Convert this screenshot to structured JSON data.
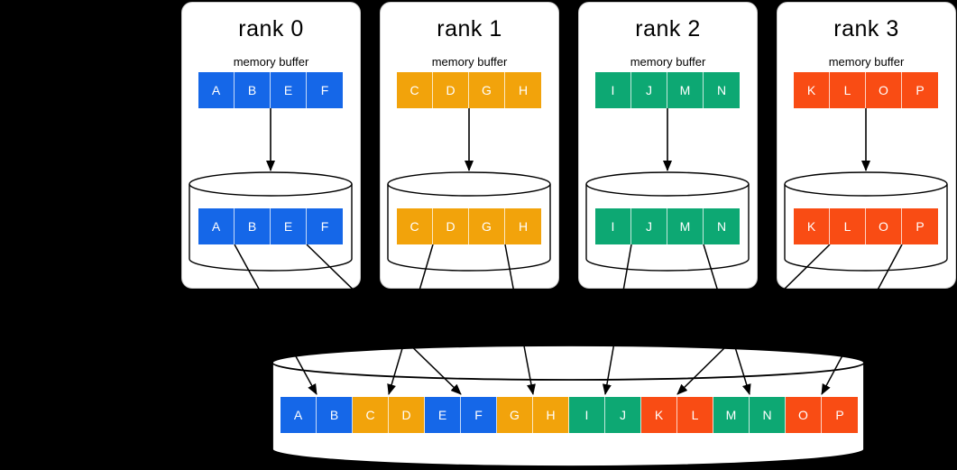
{
  "background": "#000000",
  "colors": {
    "blue": "#1567e8",
    "orange": "#f2a30b",
    "green": "#0da873",
    "red": "#f94c14"
  },
  "ranks": [
    {
      "title": "rank 0",
      "buffer_label": "memory buffer",
      "color": "blue",
      "cells": [
        "A",
        "B",
        "E",
        "F"
      ]
    },
    {
      "title": "rank 1",
      "buffer_label": "memory buffer",
      "color": "orange",
      "cells": [
        "C",
        "D",
        "G",
        "H"
      ]
    },
    {
      "title": "rank 2",
      "buffer_label": "memory buffer",
      "color": "green",
      "cells": [
        "I",
        "J",
        "M",
        "N"
      ]
    },
    {
      "title": "rank 3",
      "buffer_label": "memory buffer",
      "color": "red",
      "cells": [
        "K",
        "L",
        "O",
        "P"
      ]
    }
  ],
  "file_buffer": {
    "cells": [
      {
        "label": "A",
        "color": "blue"
      },
      {
        "label": "B",
        "color": "blue"
      },
      {
        "label": "C",
        "color": "orange"
      },
      {
        "label": "D",
        "color": "orange"
      },
      {
        "label": "E",
        "color": "blue"
      },
      {
        "label": "F",
        "color": "blue"
      },
      {
        "label": "G",
        "color": "orange"
      },
      {
        "label": "H",
        "color": "orange"
      },
      {
        "label": "I",
        "color": "green"
      },
      {
        "label": "J",
        "color": "green"
      },
      {
        "label": "K",
        "color": "red"
      },
      {
        "label": "L",
        "color": "red"
      },
      {
        "label": "M",
        "color": "green"
      },
      {
        "label": "N",
        "color": "green"
      },
      {
        "label": "O",
        "color": "red"
      },
      {
        "label": "P",
        "color": "red"
      }
    ]
  }
}
